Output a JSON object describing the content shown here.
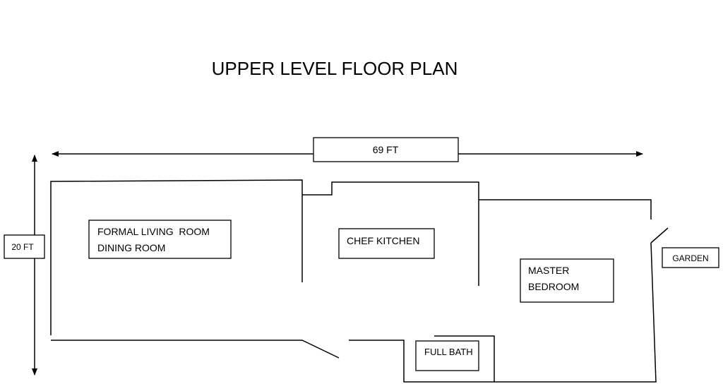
{
  "title": "UPPER LEVEL FLOOR PLAN",
  "dimensions": {
    "width_label": "69 FT",
    "height_label": "20 FT"
  },
  "rooms": {
    "living_line1": "FORMAL LIVING  ROOM",
    "living_line2": "DINING ROOM",
    "kitchen": "CHEF KITCHEN",
    "master_line1": "MASTER",
    "master_line2": "BEDROOM",
    "bath": "FULL BATH",
    "garden": "GARDEN"
  }
}
